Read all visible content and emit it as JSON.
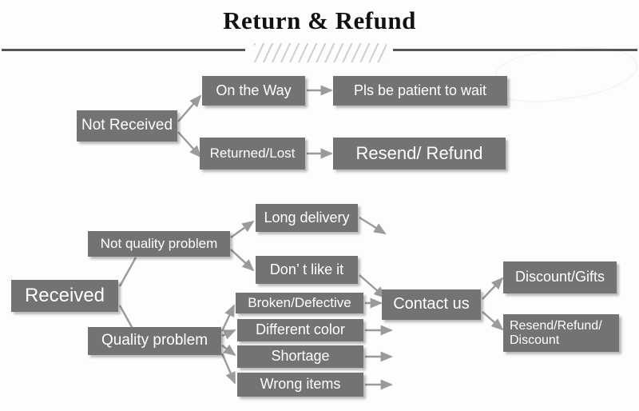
{
  "page": {
    "title": "Return & Refund",
    "box_color": "#737373",
    "text_color": "#ffffff",
    "rule_color": "#55585a",
    "hatch_color": "#cfcfcf",
    "arrow_color": "#9a9a9a"
  },
  "divider": {
    "hatch_marks": "////////////////"
  },
  "flow_not_received": {
    "root": "Not Received",
    "branches": [
      {
        "cause": "On the Way",
        "outcome": "Pls be patient to wait"
      },
      {
        "cause": "Returned/Lost",
        "outcome": "Resend/ Refund"
      }
    ]
  },
  "flow_received": {
    "root": "Received",
    "categories": [
      {
        "label": "Not quality problem",
        "reasons": [
          "Long delivery",
          "Don’ t like it"
        ]
      },
      {
        "label": "Quality problem",
        "reasons": [
          "Broken/Defective",
          "Different color",
          "Shortage",
          "Wrong items"
        ]
      }
    ],
    "action": "Contact us",
    "resolutions": [
      "Discount/Gifts",
      "Resend/Refund/\nDiscount"
    ]
  },
  "nodes": {
    "not_received": "Not Received",
    "on_the_way": "On the Way",
    "pls_be_patient": "Pls be patient to wait",
    "returned_lost": "Returned/Lost",
    "resend_refund": "Resend/ Refund",
    "received": "Received",
    "not_quality_problem": "Not quality problem",
    "quality_problem": "Quality problem",
    "long_delivery": "Long delivery",
    "dont_like_it": "Don’ t like it",
    "broken_defective": "Broken/Defective",
    "different_color": "Different color",
    "shortage": "Shortage",
    "wrong_items": "Wrong items",
    "contact_us": "Contact us",
    "discount_gifts": "Discount/Gifts",
    "resend_refund_discount": "Resend/Refund/\nDiscount"
  }
}
